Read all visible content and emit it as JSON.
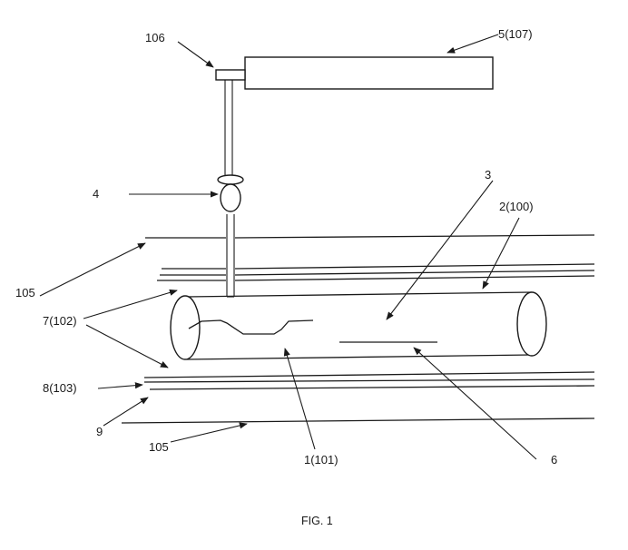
{
  "figure": {
    "caption": "FIG. 1",
    "line_color": "#1a1a1a",
    "background": "#ffffff"
  },
  "labels": {
    "mount_block": "106",
    "boom_housing": "5(107)",
    "valve": "4",
    "marker_3": "3",
    "pipe": "2(100)",
    "boundary_top": "105",
    "layers_7": "7(102)",
    "layers_8": "8(103)",
    "layer_9": "9",
    "boundary_bottom": "105",
    "internal_1": "1(101)",
    "internal_6": "6"
  }
}
